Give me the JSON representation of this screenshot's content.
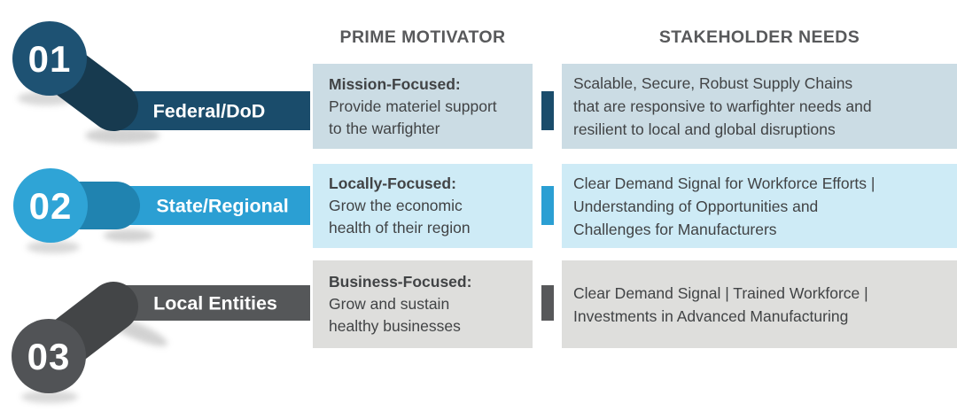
{
  "columns": {
    "prime_header": "PRIME MOTIVATOR",
    "stakeholder_header": "STAKEHOLDER NEEDS"
  },
  "rows": [
    {
      "number": "01",
      "label": "Federal/DoD",
      "theme": {
        "circle": "#1E5273",
        "band": "#173A4F",
        "bar": "#1A4C6B",
        "box": "#CBDCE4",
        "connector": "#1A4C6B"
      },
      "motivator": {
        "title": "Mission-Focused:",
        "body": "Provide materiel support\nto the warfighter"
      },
      "needs": "Scalable, Secure, Robust Supply Chains\nthat are responsive to warfighter needs and\nresilient to local and global disruptions"
    },
    {
      "number": "02",
      "label": "State/Regional",
      "theme": {
        "circle": "#2FA4D6",
        "band": "#2083B0",
        "bar": "#2B9FD3",
        "box": "#CEEBF6",
        "connector": "#2B9FD3"
      },
      "motivator": {
        "title": "Locally-Focused:",
        "body": "Grow the economic\nhealth of their region"
      },
      "needs": "Clear Demand Signal for Workforce Efforts |\nUnderstanding of Opportunities and\nChallenges for Manufacturers"
    },
    {
      "number": "03",
      "label": "Local Entities",
      "theme": {
        "circle": "#515356",
        "band": "#434547",
        "bar": "#555759",
        "box": "#DEDEDC",
        "connector": "#57585A"
      },
      "motivator": {
        "title": "Business-Focused:",
        "body": "Grow and sustain\nhealthy businesses"
      },
      "needs": "Clear Demand Signal  |  Trained Workforce |\nInvestments in Advanced Manufacturing"
    }
  ],
  "text_colors": {
    "header": "#58595B",
    "body": "#414345",
    "bar_label": "#FFFFFF",
    "number": "#FFFFFF"
  }
}
